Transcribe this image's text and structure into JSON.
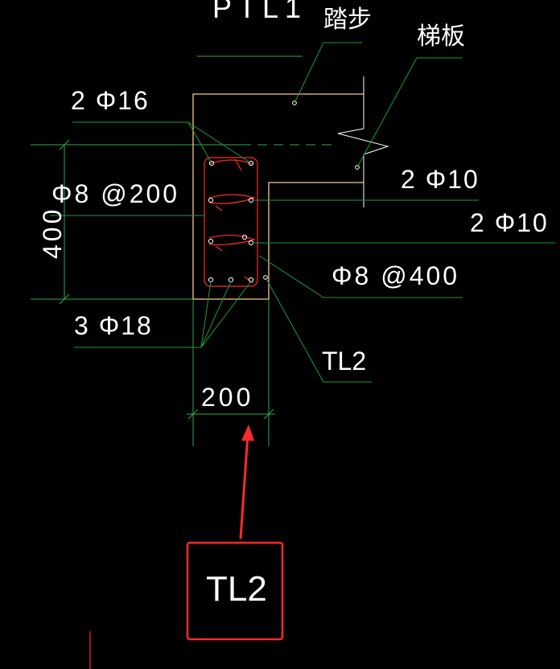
{
  "labels": {
    "ptl_top": "PTL1",
    "tabu": "踏步",
    "tiban": "梯板",
    "top_bars": "2 Φ16",
    "stirrup_main": "Φ8 @200",
    "height_dim": "400",
    "right_bar_1": "2 Φ10",
    "right_bar_2": "2 Φ10",
    "stirrup_side": "Φ8 @400",
    "bottom_bars": "3 Φ18",
    "beam_leader": "TL2",
    "width_dim": "200",
    "callout_box": "TL2"
  },
  "colors": {
    "background": "#000000",
    "dimension": "#2fa84f",
    "outline": "#f5c98a",
    "rebar": "#ff2a2a",
    "leader": "#1f9a3a",
    "text": "#ffffff",
    "annotation_red": "#ff2a2a"
  }
}
